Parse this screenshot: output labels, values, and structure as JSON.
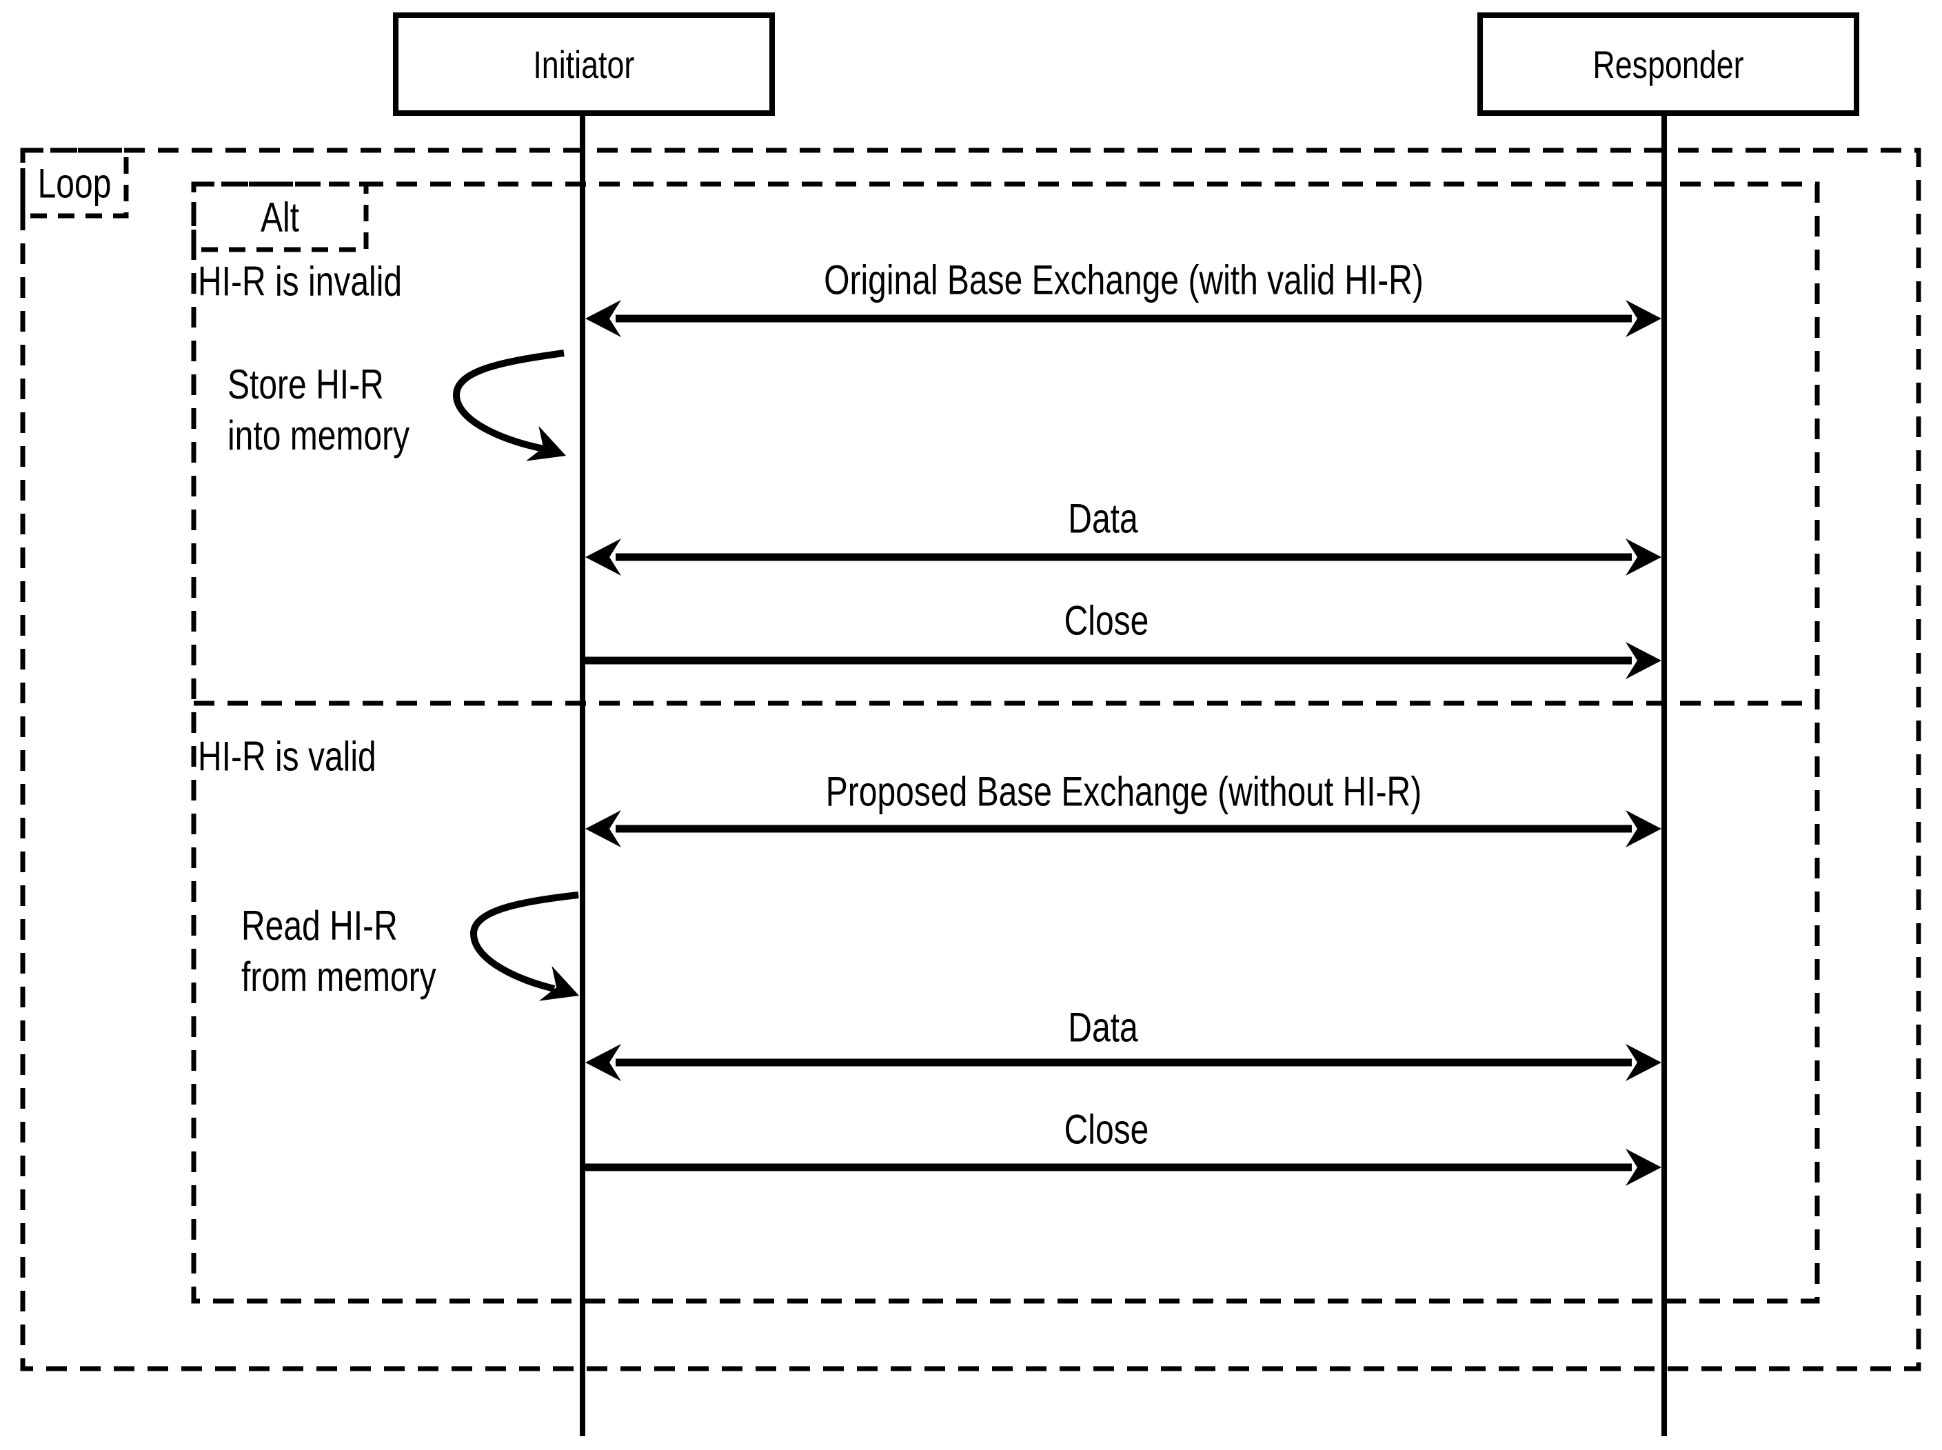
{
  "diagram": {
    "actors": [
      {
        "label": "Initiator"
      },
      {
        "label": "Responder"
      }
    ],
    "loop_frame": {
      "label": "Loop"
    },
    "alt_frame": {
      "label": "Alt"
    },
    "sections": [
      {
        "guard": "HI-R is invalid",
        "exchange_label": "Original Base Exchange (with valid HI-R)",
        "exchange_direction": "bidirectional",
        "self_note": "Store HI-R\ninto memory",
        "data_label": "Data",
        "data_direction": "bidirectional",
        "close_label": "Close",
        "close_direction": "initiator-to-responder"
      },
      {
        "guard": "HI-R is valid",
        "exchange_label": "Proposed Base Exchange (without HI-R)",
        "exchange_direction": "bidirectional",
        "self_note": "Read HI-R\nfrom memory",
        "data_label": "Data",
        "data_direction": "bidirectional",
        "close_label": "Close",
        "close_direction": "initiator-to-responder"
      }
    ],
    "colors": {
      "line": "#000000",
      "background": "#ffffff",
      "text": "#000000"
    }
  }
}
